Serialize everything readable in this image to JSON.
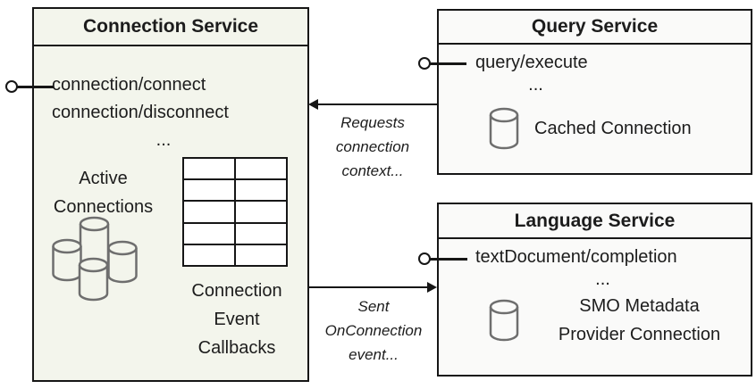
{
  "connection_service": {
    "title": "Connection Service",
    "methods": [
      "connection/connect",
      "connection/disconnect"
    ],
    "ellipsis": "...",
    "active_connections": [
      "Active",
      "Connections"
    ],
    "callback_label": [
      "Connection",
      "Event",
      "Callbacks"
    ],
    "callback_table": {
      "rows": 5,
      "cols": 2
    }
  },
  "query_service": {
    "title": "Query Service",
    "method": "query/execute",
    "ellipsis": "...",
    "cache_label": "Cached Connection"
  },
  "language_service": {
    "title": "Language Service",
    "method": "textDocument/completion",
    "ellipsis": "...",
    "smo_label": [
      "SMO Metadata",
      "Provider Connection"
    ]
  },
  "annotations": {
    "requests": [
      "Requests",
      "connection",
      "context..."
    ],
    "sent": [
      "Sent",
      "OnConnection",
      "event..."
    ]
  },
  "colors": {
    "connection_fill": "#f3f5ec",
    "service_fill": "#fafaf9",
    "border": "#161616",
    "cylinder_stroke": "#6e6e6e",
    "text": "#1c1c1c"
  }
}
